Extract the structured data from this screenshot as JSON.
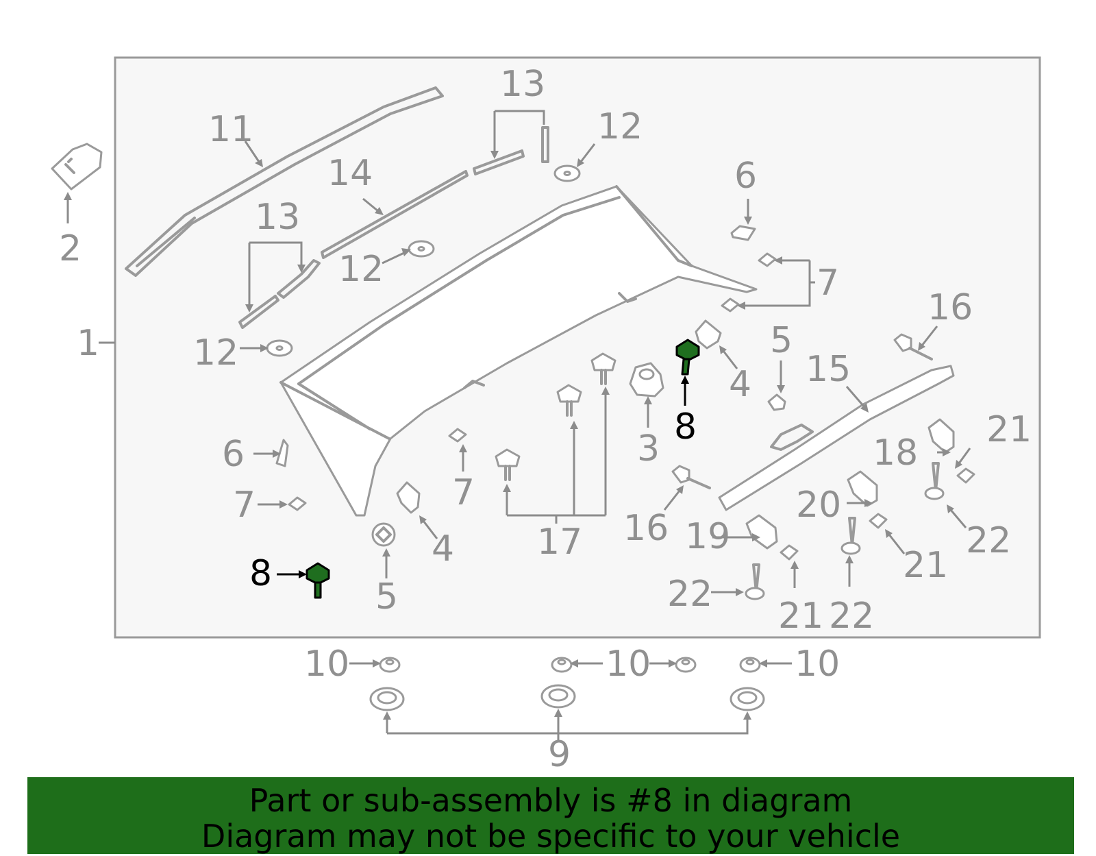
{
  "callouts": {
    "n1": "1",
    "n2": "2",
    "n3": "3",
    "n4a": "4",
    "n4b": "4",
    "n5a": "5",
    "n5b": "5",
    "n6a": "6",
    "n6b": "6",
    "n7a": "7",
    "n7b": "7",
    "n7c": "7",
    "n8a": "8",
    "n8b": "8",
    "n9": "9",
    "n10a": "10",
    "n10b": "10",
    "n10c": "10",
    "n11": "11",
    "n12a": "12",
    "n12b": "12",
    "n12c": "12",
    "n13a": "13",
    "n13b": "13",
    "n14": "14",
    "n15": "15",
    "n16a": "16",
    "n16b": "16",
    "n17": "17",
    "n18": "18",
    "n19": "19",
    "n20": "20",
    "n21a": "21",
    "n21b": "21",
    "n21c": "21",
    "n22a": "22",
    "n22b": "22",
    "n22c": "22"
  },
  "highlight_part": "8",
  "colors": {
    "highlight": "#1f6e1f",
    "banner": "#1e6e1a",
    "lines": "#9a9a9a"
  },
  "banner": {
    "line1": "Part or sub-assembly is #8 in diagram",
    "line2": "Diagram may not be specific to your vehicle"
  }
}
